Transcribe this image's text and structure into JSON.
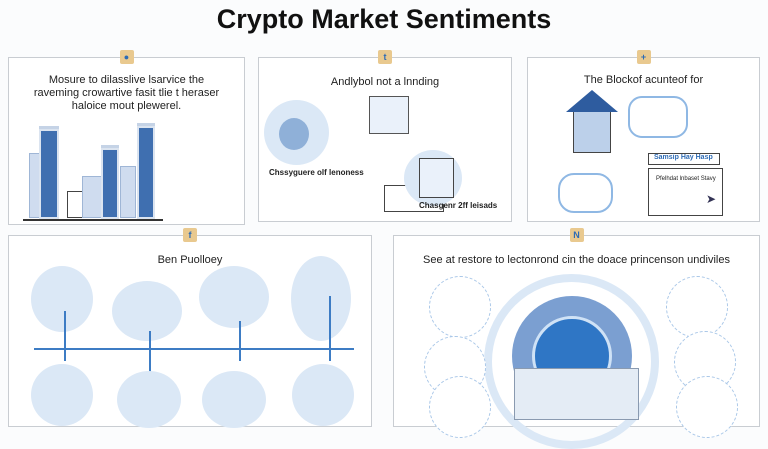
{
  "title": "Crypto Market Sentiments",
  "panels": [
    {
      "icon": "reddit-icon",
      "title": "Mosure to dilasslive lsarvice the raveming crowartive fasit tlie t heraser haloice mout plewerel."
    },
    {
      "icon": "twitter-icon",
      "title": "Andlybol not a lnnding",
      "captions": [
        "Chssyguere olf lenoness",
        "Chasgenr 2ff leisads"
      ]
    },
    {
      "icon": "plus-icon",
      "title": "The Blockof acunteof for",
      "captions": [
        "Samsip Hay Hasp",
        "Pfelhdat lnbaset Stavy"
      ]
    },
    {
      "icon": "facebook-icon",
      "title": "Ben Puolloey"
    },
    {
      "icon": "news-icon",
      "title": "See at restore to lectonrond cin the doace princenson undiviles"
    }
  ],
  "colors": {
    "accent": "#3f6fb0",
    "light": "#dbe8f6",
    "badge": "#e9c98f"
  }
}
